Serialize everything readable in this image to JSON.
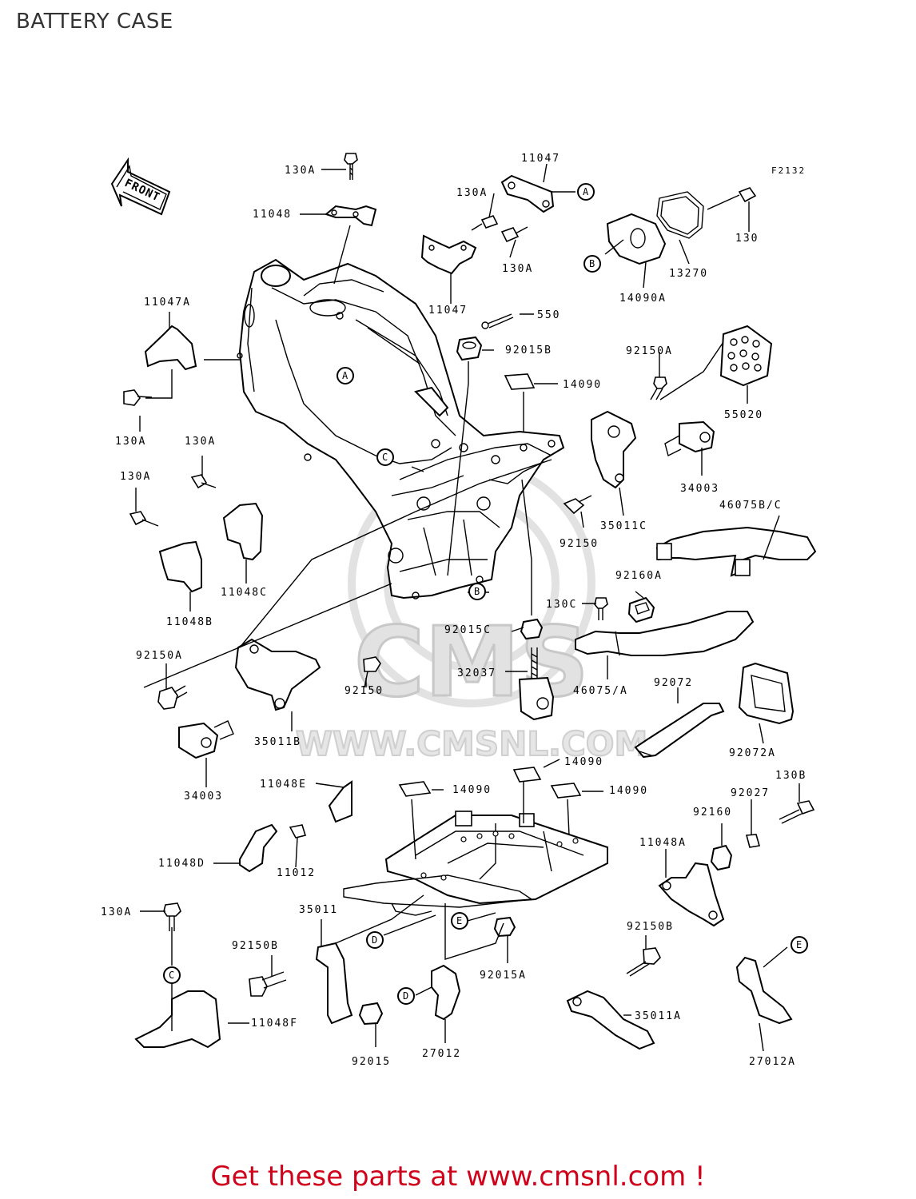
{
  "page": {
    "title": "BATTERY CASE",
    "figure_code": "F2132",
    "front_label": "FRONT"
  },
  "watermark": {
    "brand": "CMS",
    "url": "WWW.CMSNL.COM"
  },
  "footer": {
    "text": "Get these parts at www.cmsnl.com !"
  },
  "labels": [
    "130A",
    "11048",
    "130A",
    "11047",
    "130A",
    "11047",
    "550",
    "130",
    "13270",
    "14090A",
    "11047A",
    "130A",
    "92015B",
    "14090",
    "92150A",
    "55020",
    "130A",
    "130A",
    "34003",
    "11048C",
    "11048B",
    "35011C",
    "92150",
    "46075B/C",
    "92160A",
    "130C",
    "92015C",
    "92150A",
    "92150",
    "32037",
    "46075/A",
    "92072",
    "35011B",
    "34003",
    "92072A",
    "14090",
    "11048E",
    "14090",
    "14090",
    "130B",
    "92027",
    "92160",
    "11048A",
    "11048D",
    "11012",
    "130A",
    "35011",
    "92150B",
    "92015A",
    "92150B",
    "11048F",
    "35011A",
    "92015",
    "27012",
    "27012A"
  ],
  "callouts": [
    "A",
    "A",
    "B",
    "C",
    "B",
    "D",
    "E",
    "C",
    "D",
    "E"
  ],
  "colors": {
    "footer": "#d0021b",
    "lines": "#000000",
    "watermark": "#cccccc"
  }
}
